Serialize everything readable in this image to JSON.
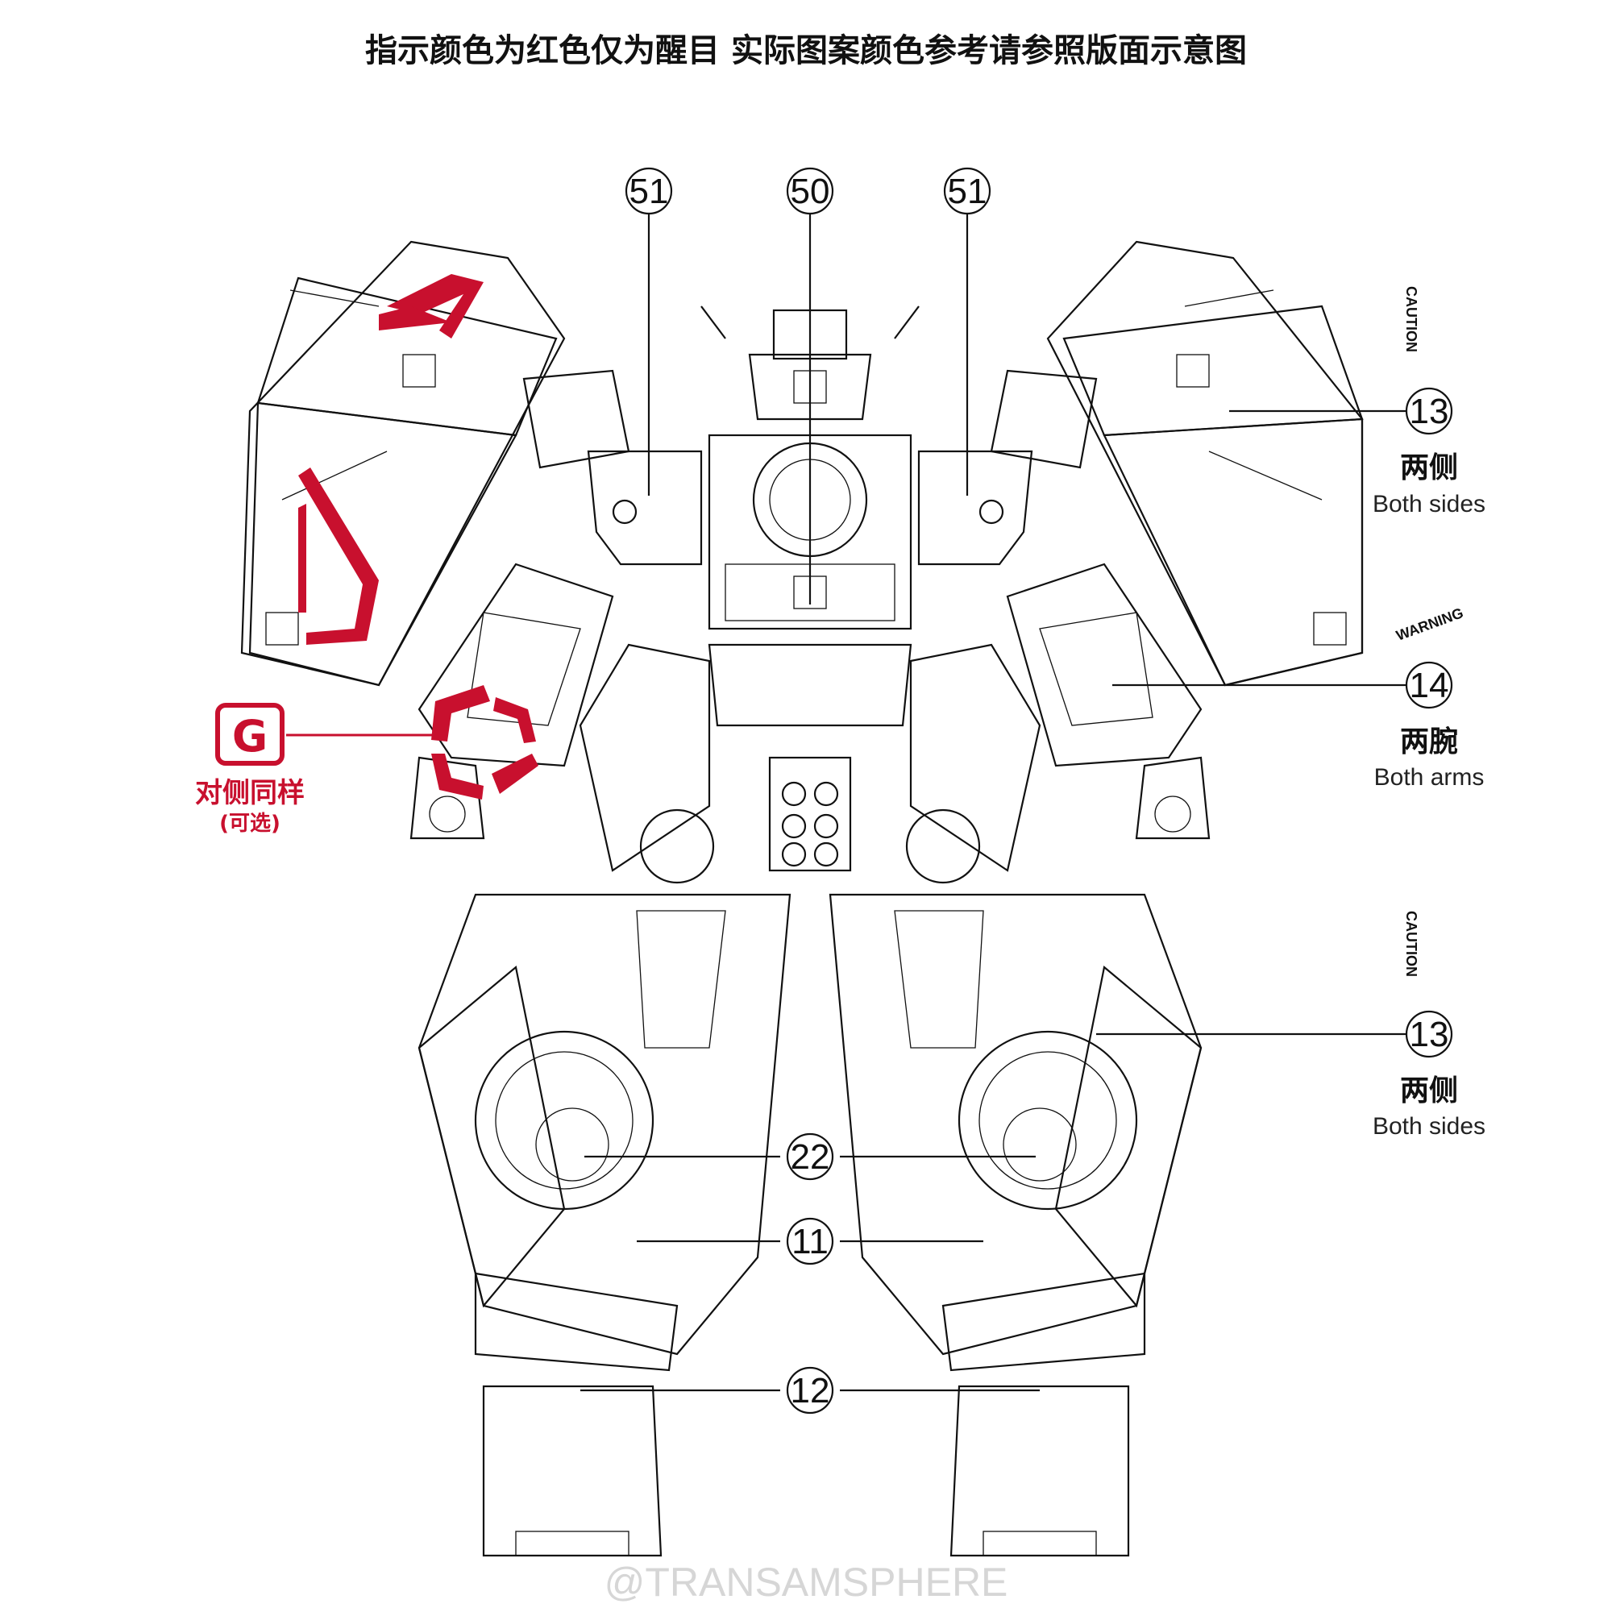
{
  "title": "指示颜色为红色仅为醒目 实际图案颜色参考请参照版面示意图",
  "callouts": {
    "c51_left": "51",
    "c50": "50",
    "c51_right": "51",
    "c13_top": {
      "num": "13",
      "cn": "两侧",
      "en": "Both sides"
    },
    "c14": {
      "num": "14",
      "cn": "两腕",
      "en": "Both arms"
    },
    "c13_bottom": {
      "num": "13",
      "cn": "两侧",
      "en": "Both sides"
    },
    "c22": "22",
    "c11": "11",
    "c12": "12"
  },
  "option_g": {
    "letter": "G",
    "label": "对侧同样",
    "sub": "(可选)"
  },
  "stencils": {
    "caution": "CAUTION",
    "warning": "WARNING",
    "caution_lower": "CAUTION"
  },
  "watermark": "@TRANSAMSPHERE",
  "colors": {
    "accent_red": "#c8102e",
    "line": "#111111"
  }
}
